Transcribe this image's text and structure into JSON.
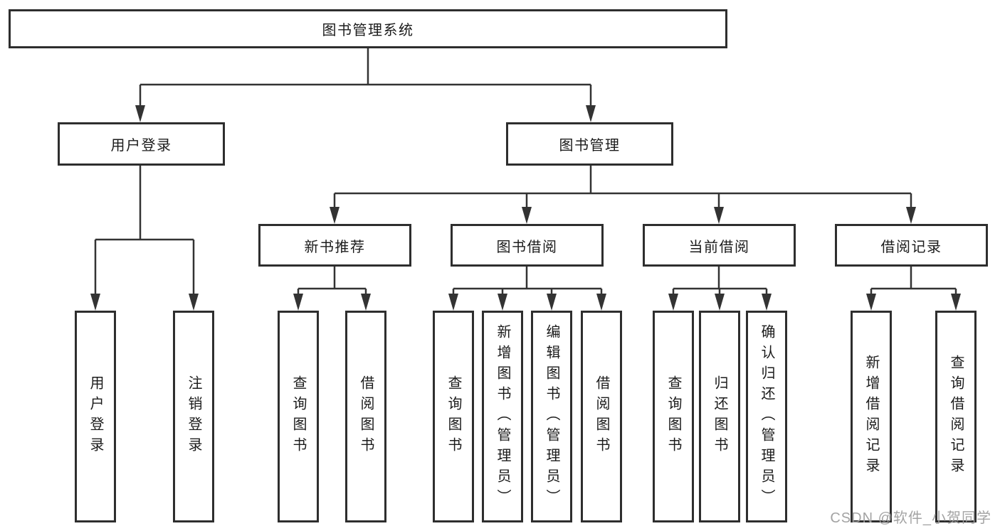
{
  "root": {
    "label": "图书管理系统"
  },
  "level2": [
    {
      "label": "用户登录"
    },
    {
      "label": "图书管理"
    }
  ],
  "level3": [
    {
      "label": "新书推荐"
    },
    {
      "label": "图书借阅"
    },
    {
      "label": "当前借阅"
    },
    {
      "label": "借阅记录"
    }
  ],
  "leaves": {
    "user_login": [
      "用户登录",
      "注销登录"
    ],
    "new_book_recommend": [
      "查询图书",
      "借阅图书"
    ],
    "book_borrowing": [
      "查询图书",
      "新增图书（管理员）",
      "编辑图书（管理员）",
      "借阅图书"
    ],
    "current_borrowing": [
      "查询图书",
      "归还图书",
      "确认归还（管理员）"
    ],
    "borrowing_records": [
      "新增借阅记录",
      "查询借阅记录"
    ]
  },
  "watermark": "CSDN @软件_小贺同学",
  "colors": {
    "line": "#333333",
    "box_border": "#2e2e2e",
    "text": "#1b1b1b",
    "watermark": "#9e9e9e",
    "background": "#ffffff"
  }
}
